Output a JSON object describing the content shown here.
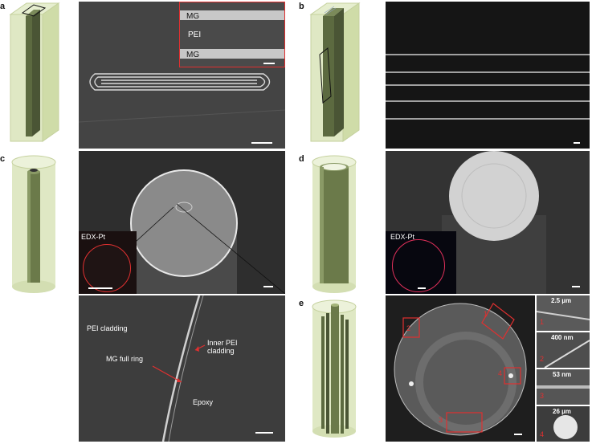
{
  "panels": {
    "a": {
      "label": "a",
      "inset": {
        "top": "MG",
        "middle": "PEI",
        "bottom": "MG"
      }
    },
    "b": {
      "label": "b"
    },
    "c": {
      "label": "c",
      "edx": "EDX-Pt",
      "zoom": {
        "pei_cladding": "PEI cladding",
        "inner_pei": "Inner PEI\ncladding",
        "mg_ring": "MG full ring",
        "epoxy": "Epoxy"
      }
    },
    "d": {
      "label": "d",
      "edx": "EDX-Pt"
    },
    "e": {
      "label": "e",
      "regions": [
        "1",
        "2",
        "3",
        "4"
      ],
      "insets": [
        {
          "scale": "2.5 µm",
          "num": "1"
        },
        {
          "scale": "400 nm",
          "num": "2"
        },
        {
          "scale": "53 nm",
          "num": "3"
        },
        {
          "scale": "26 µm",
          "num": "4"
        }
      ]
    }
  },
  "colors": {
    "cladding": "#dfe8c4",
    "core": "#6b7a4a",
    "core_dark": "#4a5535",
    "sem": "#3a3a3a",
    "red": "#e03030"
  }
}
